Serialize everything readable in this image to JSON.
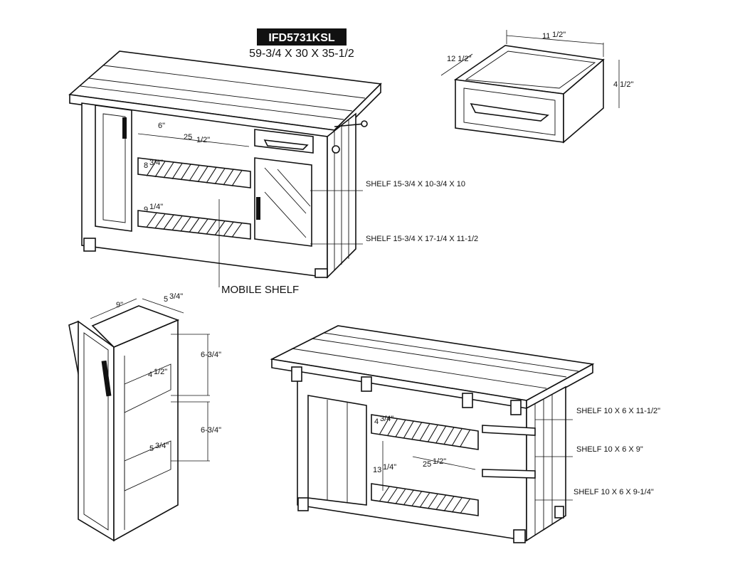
{
  "header": {
    "model_code": "IFD5731KSL",
    "overall_dims": "59-3/4 X 30 X 35-1/2"
  },
  "main_view": {
    "dim_6": "6\"",
    "dim_25_half": "25",
    "dim_8_three_quarter": "8",
    "dim_9_quarter": "9",
    "shelf_upper_label": "SHELF 15-3/4 X 10-3/4 X 10",
    "shelf_lower_label": "SHELF 15-3/4 X 17-1/4 X 11-1/2",
    "mobile_shelf_label": "MOBILE SHELF"
  },
  "drawer_view": {
    "width": "11",
    "depth": "12 1/2\"",
    "height": "4 1/2\""
  },
  "mobile_view": {
    "width": "9\"",
    "depth": "5",
    "upper_height": "6-3/4\"",
    "lower_height": "6-3/4\"",
    "upper_inner": "4",
    "lower_inner": "5"
  },
  "rear_view": {
    "dim_4_three_quarter": "4",
    "dim_13_quarter": "13",
    "dim_25_half": "25",
    "shelf_a": "SHELF 10 X 6 X 11-1/2\"",
    "shelf_b": "SHELF 10 X 6 X 9\"",
    "shelf_c": "SHELF 10 X 6 X 9-1/4\""
  }
}
